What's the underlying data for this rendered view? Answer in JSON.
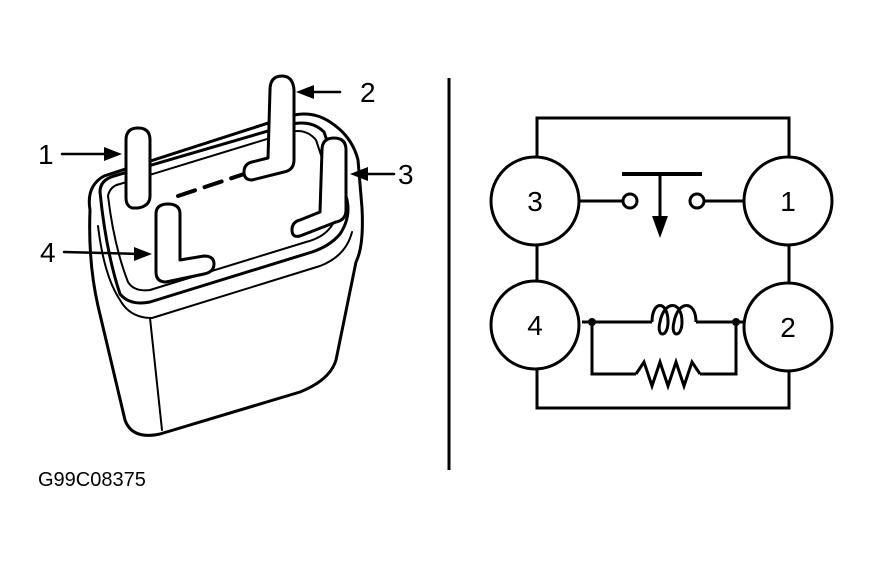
{
  "figure_id": "G99C08375",
  "relay_pins": {
    "pin1": "1",
    "pin2": "2",
    "pin3": "3",
    "pin4": "4"
  },
  "schematic_terminals": {
    "t3": "3",
    "t1": "1",
    "t4": "4",
    "t2": "2"
  }
}
